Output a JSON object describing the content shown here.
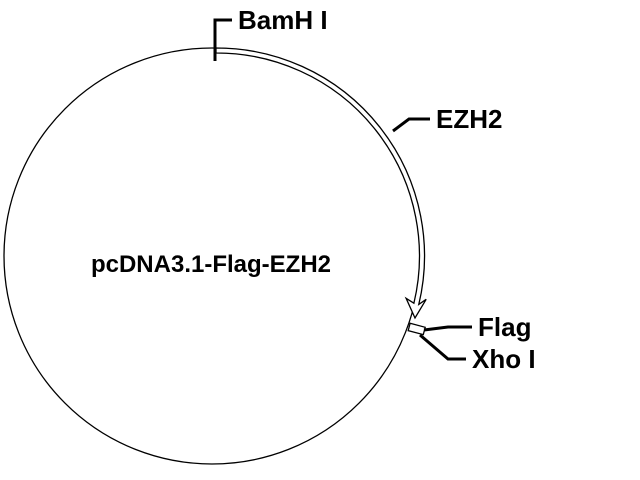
{
  "plasmid": {
    "name": "pcDNA3.1-Flag-EZH2"
  },
  "features": {
    "bamhi": "BamH I",
    "ezh2": "EZH2",
    "flag": "Flag",
    "xhoi": "Xho I"
  },
  "colors": {
    "line": "#000000",
    "background": "#ffffff",
    "feature_fill": "#ffffff"
  }
}
